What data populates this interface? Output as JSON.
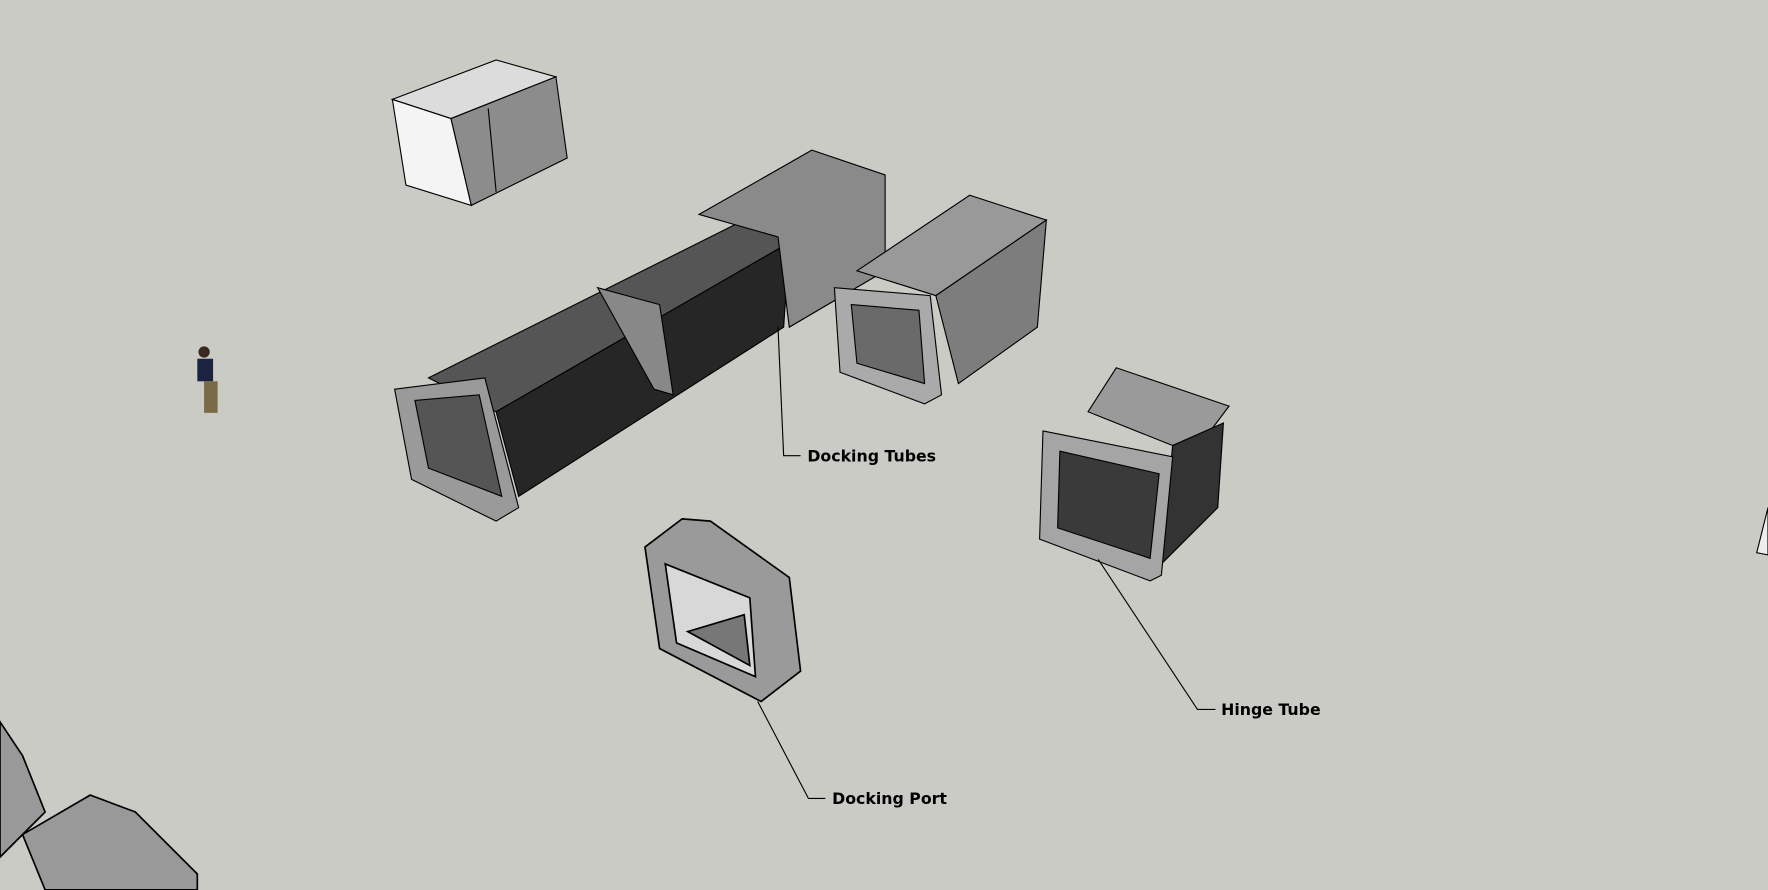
{
  "labels": {
    "docking_tubes": "Docking Tubes",
    "hinge_tube": "Hinge Tube",
    "docking_port": "Docking Port"
  },
  "colors": {
    "background": "#cbcbc6",
    "tube_dark": "#2a2a2a",
    "frame_gray": "#8a8a8a",
    "light_face": "#f2f2f2"
  }
}
